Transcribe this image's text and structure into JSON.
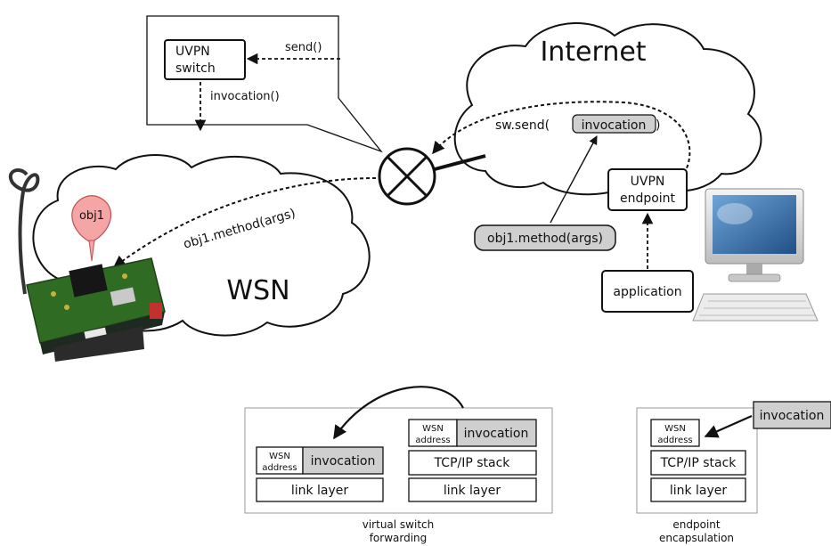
{
  "clouds": {
    "internet": "Internet",
    "wsn": "WSN"
  },
  "callout": {
    "switch_line1": "UVPN",
    "switch_line2": "switch",
    "send_label": "send()",
    "invocation_label": "invocation()"
  },
  "sensor": {
    "marker_label": "obj1"
  },
  "labels": {
    "wsn_call": "obj1.method(args)",
    "sw_send_prefix": "sw.send(",
    "sw_send_arg": "invocation",
    "sw_send_suffix": ")",
    "method_pill": "obj1.method(args)"
  },
  "endpoint": {
    "line1": "UVPN",
    "line2": "endpoint"
  },
  "application": "application",
  "stacks": {
    "switch_panel": {
      "left": {
        "wsn_line1": "WSN",
        "wsn_line2": "address",
        "invocation": "invocation",
        "link": "link layer"
      },
      "right": {
        "wsn_line1": "WSN",
        "wsn_line2": "address",
        "invocation": "invocation",
        "tcp": "TCP/IP stack",
        "link": "link layer"
      },
      "caption_line1": "virtual switch",
      "caption_line2": "forwarding"
    },
    "endpoint_panel": {
      "wsn_line1": "WSN",
      "wsn_line2": "address",
      "tcp": "TCP/IP stack",
      "link": "link layer",
      "caption_line1": "endpoint",
      "caption_line2": "encapsulation"
    },
    "floating_invocation": "invocation"
  },
  "colors": {
    "gray_fill": "#cfcfcf",
    "marker": "#f4a6a6",
    "marker_stroke": "#c05050",
    "stroke": "#111111",
    "panel_stroke": "#999999",
    "screen": "#3f79b5",
    "board": "#3a7a2a"
  }
}
